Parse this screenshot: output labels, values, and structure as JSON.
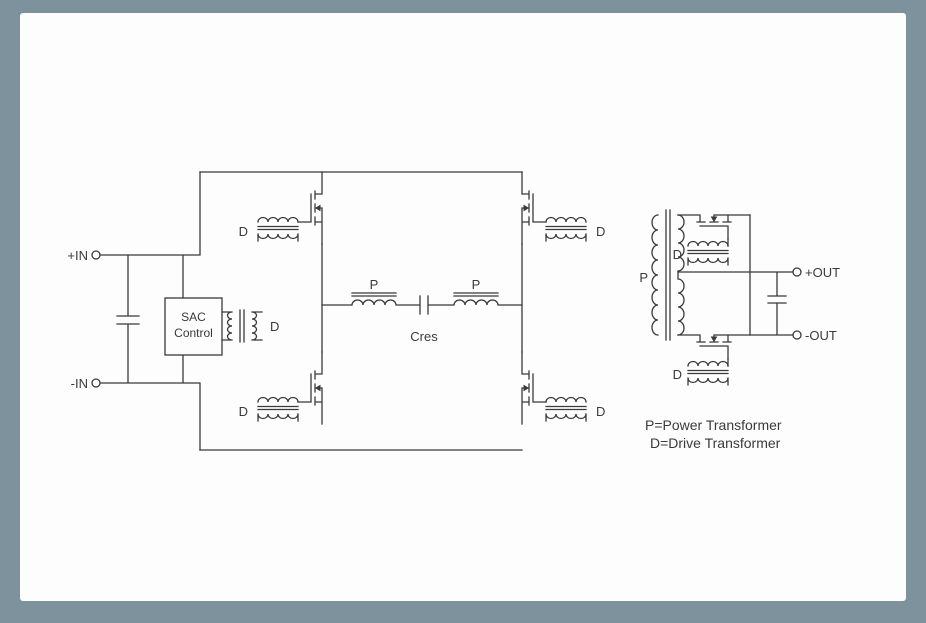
{
  "colors": {
    "frame": "#7e929d",
    "panel": "#fdfdfd",
    "line": "#3a3a3a"
  },
  "terminals": {
    "in_pos": "+IN",
    "in_neg": "-IN",
    "out_pos": "+OUT",
    "out_neg": "-OUT"
  },
  "control_block": {
    "line1": "SAC",
    "line2": "Control"
  },
  "components": {
    "cres": "Cres",
    "power_transformer": "P",
    "drive_transformer": "D"
  },
  "legend": {
    "line1": "P=Power Transformer",
    "line2": "D=Drive Transformer"
  }
}
